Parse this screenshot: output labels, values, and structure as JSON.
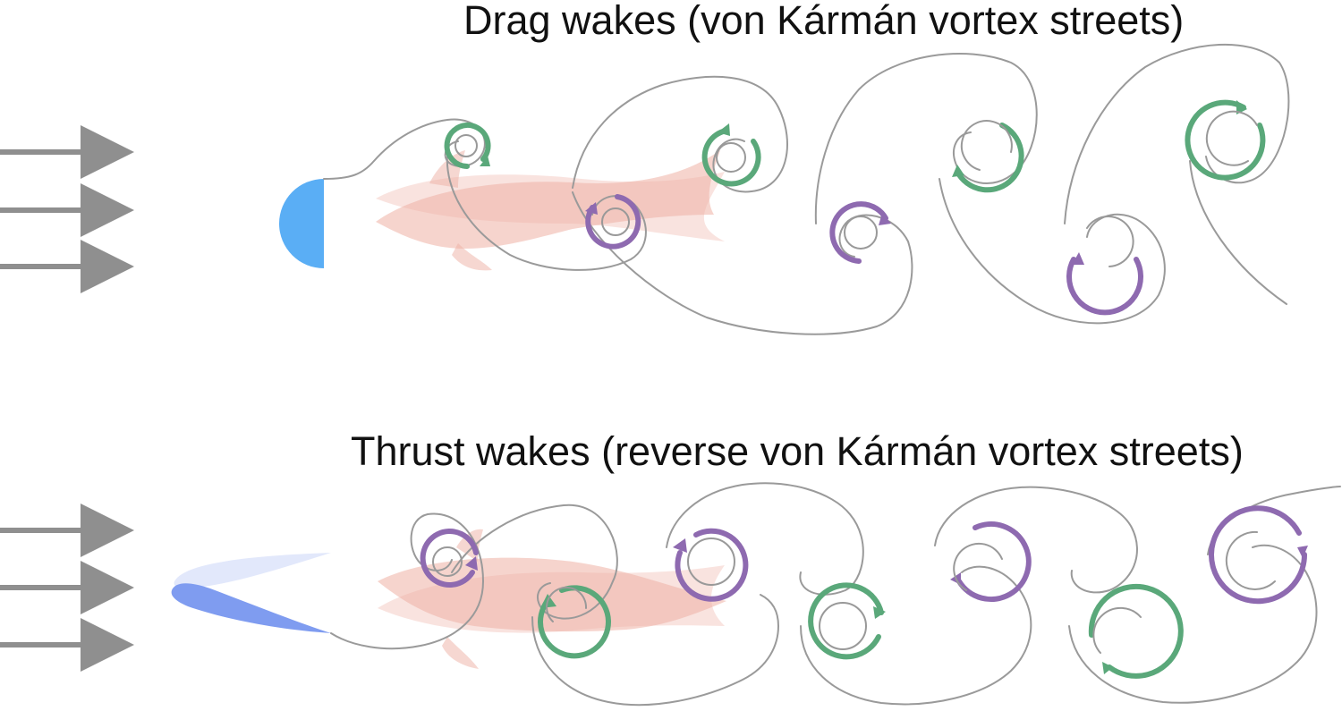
{
  "top_panel": {
    "title": "Drag wakes (von Kármán vortex streets)",
    "body_shape": "half-cylinder",
    "flow_arrow_count": 3
  },
  "bottom_panel": {
    "title": "Thrust wakes (reverse von Kármán vortex streets)",
    "body_shape": "flapping-foil",
    "flow_arrow_count": 3
  },
  "colors": {
    "flow_arrow": "#8f8f8f",
    "streakline": "#9a9a9a",
    "vortex_counterclockwise": "#5aa87a",
    "vortex_clockwise": "#8e6ab0",
    "fish_silhouette": "#eeb0a4",
    "cylinder": "#5aaef5",
    "foil": "#7f9cf0",
    "foil_ghost": "#e2e8fb"
  }
}
